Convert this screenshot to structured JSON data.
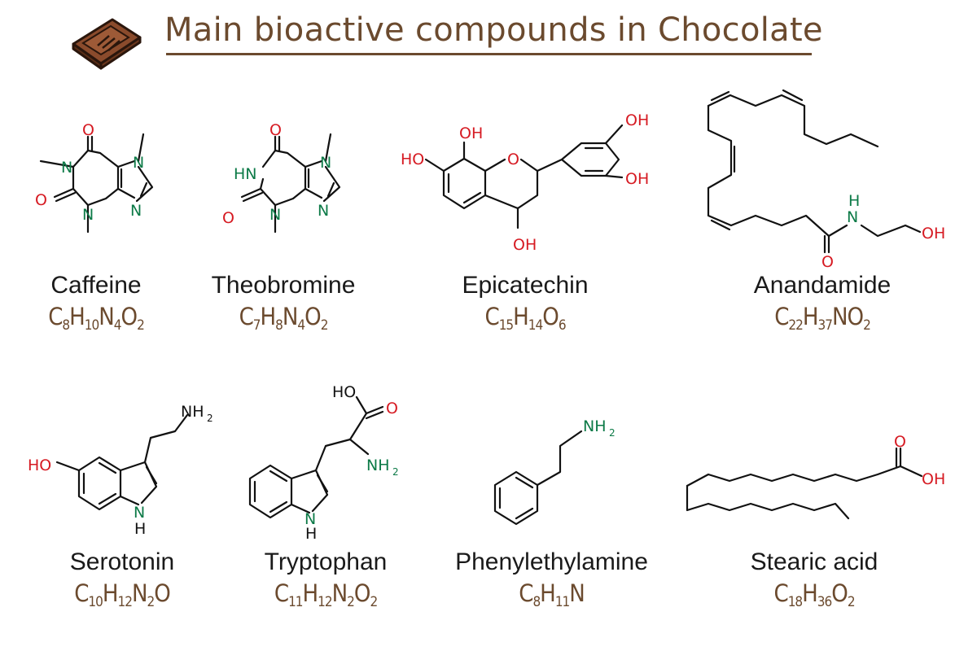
{
  "header": {
    "title": "Main bioactive compounds in Chocolate",
    "logo_icon": "chocolate-piece-icon"
  },
  "colors": {
    "title": "#6b4a2e",
    "formula": "#6b4a2e",
    "oxygen": "#d61a22",
    "nitrogen": "#0c7a47",
    "bond": "#111111"
  },
  "compounds": [
    {
      "name": "Caffeine",
      "formula_parts": [
        "C",
        "8",
        "H",
        "10",
        "N",
        "4",
        "O",
        "2"
      ]
    },
    {
      "name": "Theobromine",
      "formula_parts": [
        "C",
        "7",
        "H",
        "8",
        "N",
        "4",
        "O",
        "2"
      ]
    },
    {
      "name": "Epicatechin",
      "formula_parts": [
        "C",
        "15",
        "H",
        "14",
        "O",
        "6"
      ]
    },
    {
      "name": "Anandamide",
      "formula_parts": [
        "C",
        "22",
        "H",
        "37",
        "N",
        "O",
        "2"
      ]
    },
    {
      "name": "Serotonin",
      "formula_parts": [
        "C",
        "10",
        "H",
        "12",
        "N",
        "2",
        "O"
      ]
    },
    {
      "name": "Tryptophan",
      "formula_parts": [
        "C",
        "11",
        "H",
        "12",
        "N",
        "2",
        "O",
        "2"
      ]
    },
    {
      "name": "Phenylethylamine",
      "formula_parts": [
        "C",
        "8",
        "H",
        "11",
        "N"
      ]
    },
    {
      "name": "Stearic acid",
      "formula_parts": [
        "C",
        "18",
        "H",
        "36",
        "O",
        "2"
      ]
    }
  ],
  "atoms": {
    "O": "O",
    "N": "N",
    "OH": "OH",
    "HO": "HO",
    "HN": "HN",
    "NH": "NH",
    "NH2": "NH",
    "sub2": "2",
    "H": "H"
  }
}
